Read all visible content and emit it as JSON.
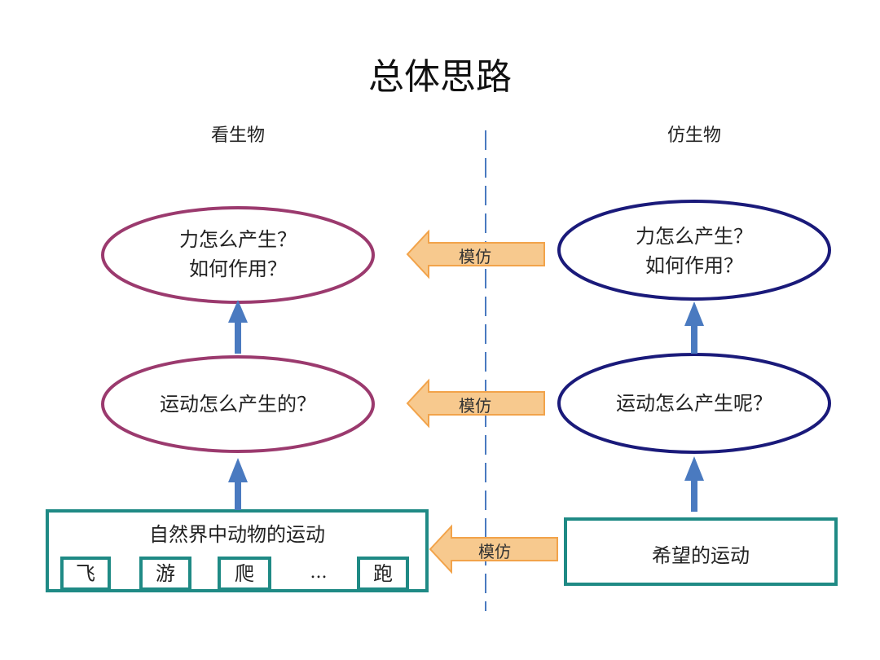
{
  "title": "总体思路",
  "left_column": {
    "title": "看生物",
    "top_ellipse": {
      "line1": "力怎么产生？",
      "line2": "如何作用？"
    },
    "mid_ellipse": "运动怎么产生的？",
    "bottom_box": {
      "label": "自然界中动物的运动",
      "items": [
        "飞",
        "游",
        "爬",
        "...",
        "跑"
      ]
    }
  },
  "right_column": {
    "title": "仿生物",
    "top_ellipse": {
      "line1": "力怎么产生？",
      "line2": "如何作用？"
    },
    "mid_ellipse": "运动怎么产生呢？",
    "bottom_box": {
      "label": "希望的运动"
    }
  },
  "imitate_arrows": [
    "模仿",
    "模仿",
    "模仿"
  ],
  "colors": {
    "left_ellipse": "#9b3a6e",
    "right_ellipse": "#1a1a7a",
    "box_border": "#1f8a85",
    "up_arrow": "#4a7ac0",
    "imitate_arrow_fill": "#f7c98e",
    "imitate_arrow_border": "#f2a34a",
    "divider": "#4a7ac0"
  }
}
